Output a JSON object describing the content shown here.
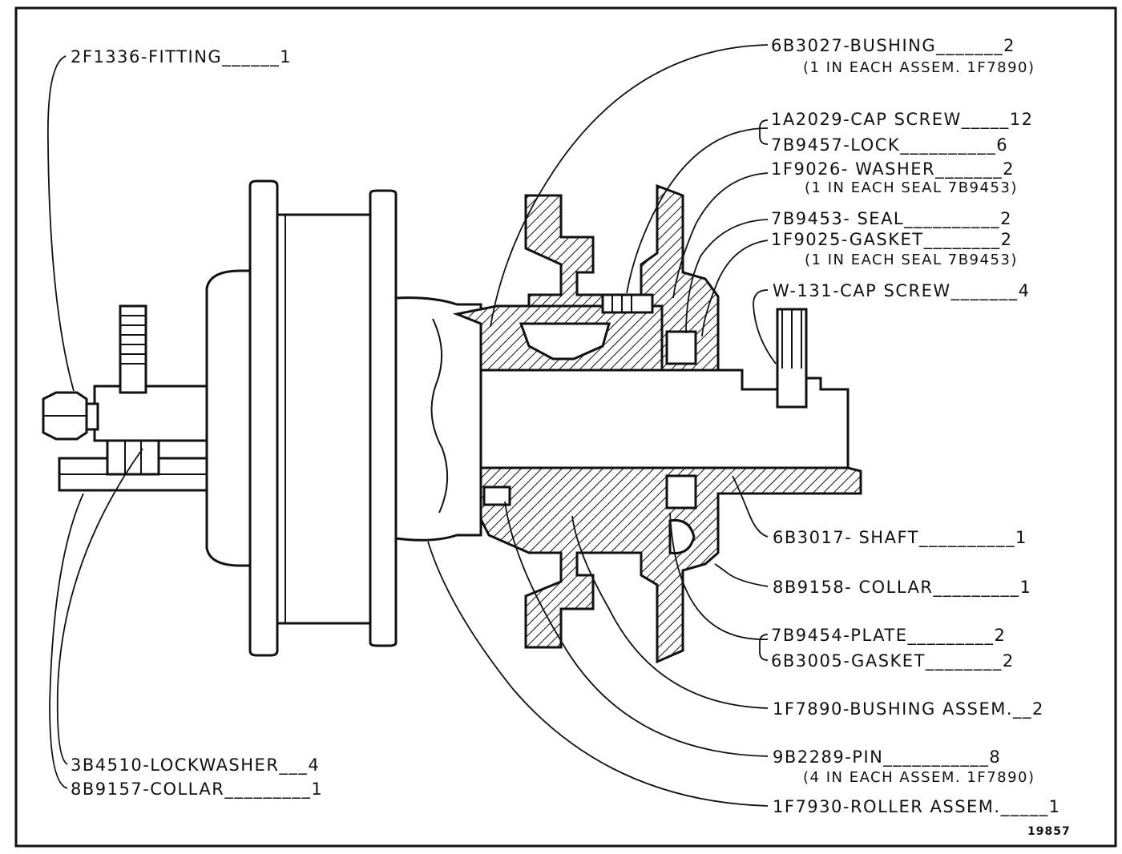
{
  "drawing": {
    "figure_number": "19857",
    "callouts": {
      "left": [
        {
          "id": "fitting",
          "part": "2F1336",
          "name": "FITTING",
          "qty": "1",
          "dashes": "______"
        },
        {
          "id": "lockwasher",
          "part": "3B4510",
          "name": "LOCKWASHER",
          "qty": "4",
          "dashes": "___"
        },
        {
          "id": "collar-8b9157",
          "part": "8B9157",
          "name": "COLLAR",
          "qty": "1",
          "dashes": "_________"
        }
      ],
      "right": [
        {
          "id": "bushing-6b3027",
          "part": "6B3027",
          "name": "BUSHING",
          "qty": "2",
          "dashes": "_______",
          "note": "(1 IN EACH ASSEM. 1F7890)"
        },
        {
          "id": "cap-screw-1a2029",
          "part": "1A2029",
          "name": "CAP SCREW",
          "qty": "12",
          "dashes": "_____"
        },
        {
          "id": "lock-7b9457",
          "part": "7B9457",
          "name": "LOCK",
          "qty": "6",
          "dashes": "__________"
        },
        {
          "id": "washer-1f9026",
          "part": "1F9026",
          "name": "WASHER",
          "qty": "2",
          "dashes": "_______",
          "note": "(1 IN EACH  SEAL  7B9453)"
        },
        {
          "id": "seal-7b9453",
          "part": "7B9453",
          "name": "SEAL",
          "qty": "2",
          "dashes": "__________"
        },
        {
          "id": "gasket-1f9025",
          "part": "1F9025",
          "name": "GASKET",
          "qty": "2",
          "dashes": "________",
          "note": "(1 IN EACH  SEAL  7B9453)"
        },
        {
          "id": "cap-screw-w131",
          "part": "W-131",
          "name": "CAP SCREW",
          "qty": "4",
          "dashes": "_______"
        },
        {
          "id": "shaft-6b3017",
          "part": "6B3017",
          "name": "SHAFT",
          "qty": "1",
          "dashes": "__________"
        },
        {
          "id": "collar-8b9158",
          "part": "8B9158",
          "name": "COLLAR",
          "qty": "1",
          "dashes": "_________"
        },
        {
          "id": "plate-7b9454",
          "part": "7B9454",
          "name": "PLATE",
          "qty": "2",
          "dashes": "_________"
        },
        {
          "id": "gasket-6b3005",
          "part": "6B3005",
          "name": "GASKET",
          "qty": "2",
          "dashes": "________"
        },
        {
          "id": "bushing-assem-1f7890",
          "part": "1F7890",
          "name": "BUSHING  ASSEM.",
          "qty": "2",
          "dashes": "__"
        },
        {
          "id": "pin-9b2289",
          "part": "9B2289",
          "name": "PIN",
          "qty": "8",
          "dashes": "___________",
          "note": "(4 IN EACH ASSEM. 1F7890)"
        },
        {
          "id": "roller-assem-1f7930",
          "part": "1F7930",
          "name": "ROLLER  ASSEM.",
          "qty": "1",
          "dashes": "_____"
        }
      ]
    }
  },
  "text": {
    "fitting": "2F1336-FITTING______1",
    "lockwasher": "3B4510-LOCKWASHER___4",
    "collar-8b9157": "8B9157-COLLAR_________1",
    "bushing-6b3027": "6B3027-BUSHING_______2",
    "bushing-6b3027-note": "(1 IN EACH ASSEM. 1F7890)",
    "cap-screw-1a2029": "1A2029-CAP  SCREW_____12",
    "lock-7b9457": "7B9457-LOCK__________6",
    "washer-1f9026": "1F9026- WASHER_______2",
    "washer-1f9026-note": "(1 IN EACH  SEAL  7B9453)",
    "seal-7b9453": "7B9453- SEAL__________2",
    "gasket-1f9025": "1F9025-GASKET________2",
    "gasket-1f9025-note": "(1 IN EACH  SEAL  7B9453)",
    "cap-screw-w131": "W-131-CAP  SCREW_______4",
    "shaft-6b3017": "6B3017- SHAFT__________1",
    "collar-8b9158": "8B9158- COLLAR_________1",
    "plate-7b9454": "7B9454-PLATE_________2",
    "gasket-6b3005": "6B3005-GASKET________2",
    "bushing-assem-1f7890": "1F7890-BUSHING  ASSEM.__2",
    "pin-9b2289": "9B2289-PIN___________8",
    "pin-9b2289-note": "(4 IN EACH ASSEM. 1F7890)",
    "roller-assem-1f7930": "1F7930-ROLLER  ASSEM._____1",
    "figure": "19857"
  }
}
